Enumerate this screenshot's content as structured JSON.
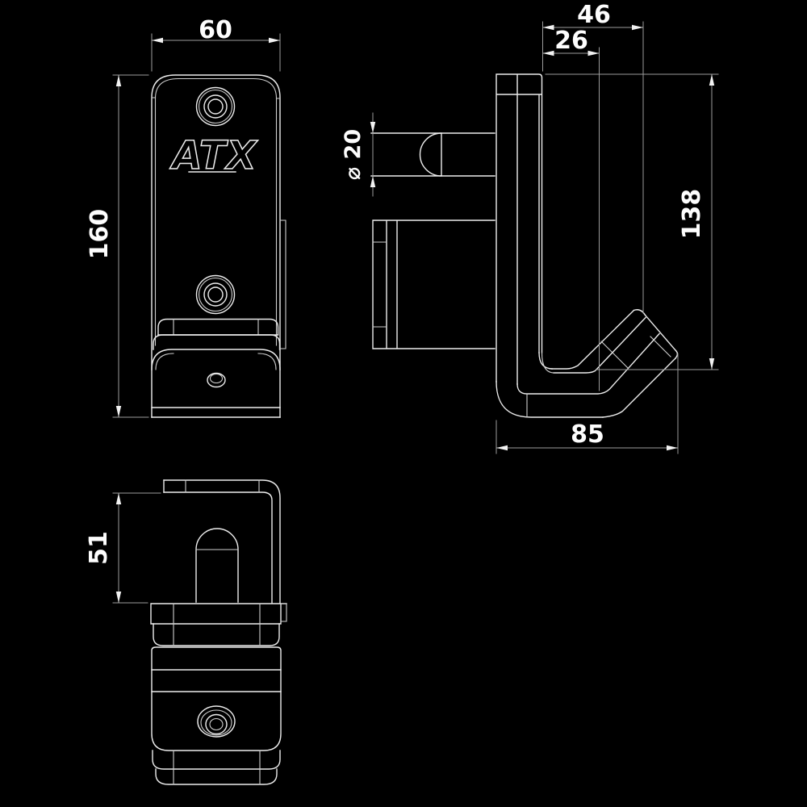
{
  "colors": {
    "background": "#000000",
    "object_line": "#ededed",
    "dimension_line": "#9b9b9b",
    "text": "#fdfdfd"
  },
  "drawing": {
    "logo": "ATX",
    "views": {
      "front": {
        "dims": {
          "width": "60",
          "height": "160"
        }
      },
      "side": {
        "dims": {
          "depth_outer": "46",
          "depth_inner": "26",
          "pin_diameter": "⌀ 20",
          "height": "138",
          "hook_length": "85"
        }
      },
      "top": {
        "dims": {
          "depth": "51"
        }
      }
    }
  }
}
